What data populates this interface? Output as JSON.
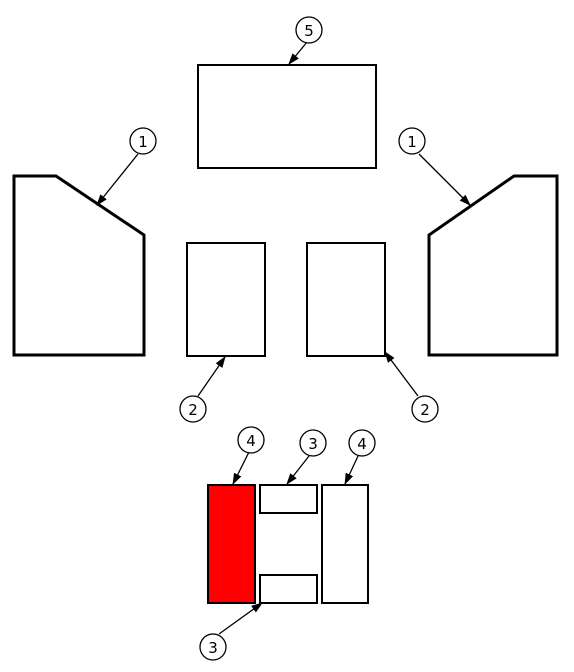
{
  "colors": {
    "outline": "#000000",
    "background": "#ffffff",
    "highlight": "#ff0000"
  },
  "parts": {
    "top_panel": {
      "callout": "5",
      "highlighted": false
    },
    "left_side_panel": {
      "callout": "1",
      "highlighted": false
    },
    "right_side_panel": {
      "callout": "1",
      "highlighted": false
    },
    "left_middle_panel": {
      "callout": "2",
      "highlighted": false
    },
    "right_middle_panel": {
      "callout": "2",
      "highlighted": false
    },
    "bottom_left_panel": {
      "callout": "4",
      "highlighted": true
    },
    "bottom_right_panel": {
      "callout": "4",
      "highlighted": false
    },
    "bottom_upper_strip": {
      "callout": "3",
      "highlighted": false
    },
    "bottom_lower_strip": {
      "callout": "3",
      "highlighted": false
    }
  }
}
